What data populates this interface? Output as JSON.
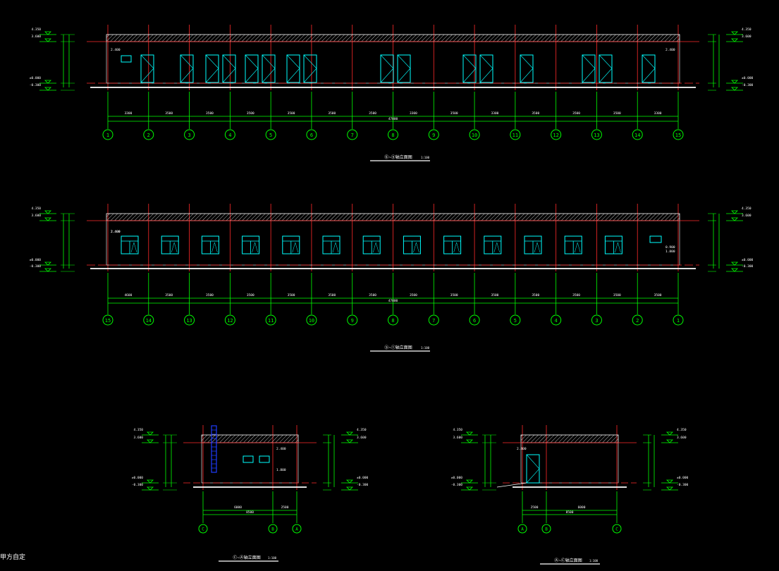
{
  "colors": {
    "background": "#000000",
    "grid": "#00ff00",
    "axis": "#ff2a2a",
    "window": "#00ffff",
    "outline": "#ffffff",
    "ladder": "#1f3dff"
  },
  "elevations": [
    {
      "id": "north",
      "title": "⑥~⑤轴立面图",
      "scale": "1:100",
      "total_dim": "47000",
      "axis_labels": [
        "1",
        "2",
        "3",
        "4",
        "5",
        "6",
        "7",
        "8",
        "9",
        "10",
        "11",
        "12",
        "13",
        "14",
        "15"
      ],
      "bay_dims": [
        "3300",
        "3500",
        "3500",
        "3500",
        "3500",
        "3500",
        "3500",
        "3300",
        "3500",
        "3300",
        "3500",
        "3500",
        "3500",
        "3300"
      ],
      "levels_left": [
        "4.350",
        "3.600",
        "±0.000",
        "-0.300"
      ],
      "levels_right": [
        "4.350",
        "3.600",
        "±0.000",
        "-0.300"
      ],
      "annotations": [
        "2.400",
        "2.400"
      ],
      "window_style": "door"
    },
    {
      "id": "south",
      "title": "⑤~①轴立面图",
      "scale": "1:100",
      "total_dim": "47000",
      "axis_labels": [
        "15",
        "14",
        "13",
        "12",
        "11",
        "10",
        "9",
        "8",
        "7",
        "6",
        "5",
        "4",
        "3",
        "2",
        "1"
      ],
      "bay_dims": [
        "4600",
        "3500",
        "3500",
        "3500",
        "3500",
        "3500",
        "3500",
        "3500",
        "3500",
        "3500",
        "3500",
        "3500",
        "3500",
        "3500"
      ],
      "levels_left": [
        "4.350",
        "3.600",
        "±0.000",
        "-0.300"
      ],
      "levels_right": [
        "4.350",
        "3.600",
        "±0.000",
        "-0.300"
      ],
      "annotations": [
        "2.400",
        "0.900",
        "2.400",
        "1.800"
      ],
      "window_style": "window"
    },
    {
      "id": "east",
      "title": "Ⓒ~Ⓐ轴立面图",
      "scale": "1:100",
      "total_dim": "8500",
      "axis_labels": [
        "C",
        "B",
        "A"
      ],
      "bay_dims": [
        "6000",
        "2500"
      ],
      "levels_left": [
        "4.350",
        "3.600",
        "±0.000",
        "-0.300"
      ],
      "levels_right": [
        "4.350",
        "3.600",
        "±0.000",
        "-0.300"
      ],
      "annotations": [
        "2.400",
        "1.800"
      ]
    },
    {
      "id": "west",
      "title": "Ⓐ~Ⓒ轴立面图",
      "scale": "1:100",
      "total_dim": "8500",
      "axis_labels": [
        "A",
        "B",
        "C"
      ],
      "bay_dims": [
        "2500",
        "6000"
      ],
      "levels_left": [
        "4.350",
        "3.600",
        "±0.000",
        "-0.300"
      ],
      "levels_right": [
        "4.350",
        "3.600",
        "±0.000",
        "-0.300"
      ],
      "annotations": [
        "2.400"
      ]
    }
  ],
  "side_note": "甲方自定"
}
